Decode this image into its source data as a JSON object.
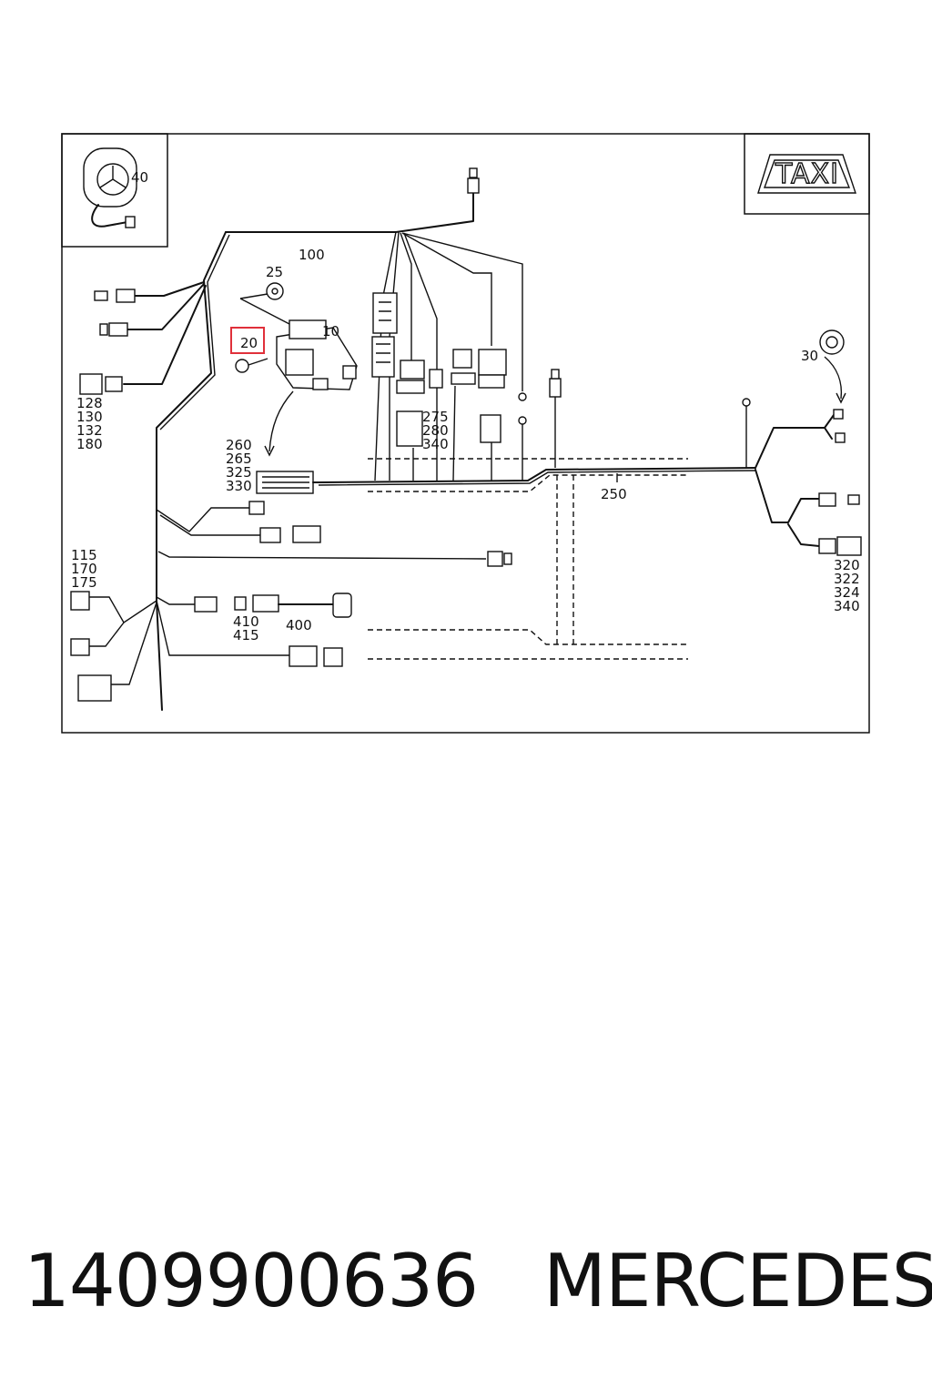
{
  "diagram": {
    "callouts": {
      "c40": "40",
      "c100": "100",
      "c25": "25",
      "c10": "10",
      "c20": "20",
      "c30": "30",
      "c250": "250",
      "c400": "400",
      "g128": [
        "128",
        "130",
        "132",
        "180"
      ],
      "g260": [
        "260",
        "265",
        "325",
        "330"
      ],
      "g275": [
        "275",
        "280",
        "340"
      ],
      "g115": [
        "115",
        "170",
        "175"
      ],
      "g410": [
        "410",
        "415"
      ],
      "g320": [
        "320",
        "322",
        "324",
        "340"
      ]
    },
    "taxi_sign": "TAXI",
    "highlighted_callout": "20",
    "highlight_color": "#e0303a",
    "line_color": "#111111"
  },
  "footer": {
    "part_number": "1409900636",
    "brand": "MERCEDES"
  }
}
